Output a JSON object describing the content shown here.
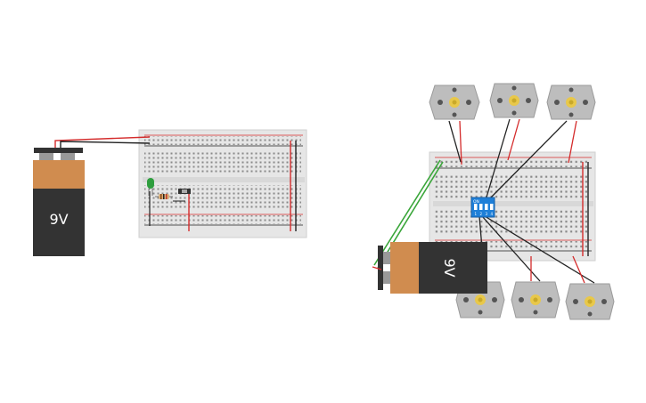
{
  "circuit_left": {
    "battery": {
      "label": "9V",
      "body_color": "#333333",
      "cap_color": "#d08c4f"
    },
    "led": {
      "color": "#2e9e3e"
    }
  },
  "circuit_right": {
    "battery": {
      "label": "9V",
      "body_color": "#333333",
      "cap_color": "#d08c4f"
    },
    "dip_switch": {
      "label_on": "ON",
      "positions": [
        "1",
        "2",
        "3",
        "4"
      ],
      "color": "#1e7fd8"
    },
    "motors": {
      "count": 6,
      "shaft_color": "#e8c84a"
    }
  },
  "colors": {
    "wire_red": "#d42b2b",
    "wire_black": "#222222",
    "wire_green": "#3aa63a",
    "breadboard": "#e6e6e6"
  }
}
